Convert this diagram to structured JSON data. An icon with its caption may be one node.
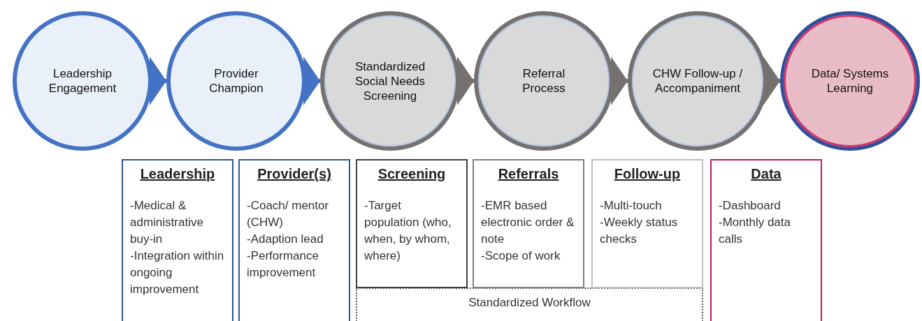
{
  "diagram": {
    "nodes": [
      {
        "text": [
          "Leadership Engagement"
        ]
      },
      {
        "text": [
          "Provider Champion"
        ]
      },
      {
        "text": [
          "Standardized Social Needs Screening"
        ]
      },
      {
        "text": [
          "Referral Process"
        ]
      },
      {
        "text": [
          "CHW Follow-up / Accompaniment"
        ]
      },
      {
        "text": [
          "Data/ Systems Learning"
        ]
      },
      {
        "text": [
          "Leadership",
          "-Medical & administrative buy-in",
          "-Integration within ongoing improvement"
        ]
      },
      {
        "text": [
          "Provider(s)",
          "-Coach/ mentor (CHW)",
          "-Adaption lead",
          "-Performance improvement"
        ]
      },
      {
        "text": [
          "Screening",
          "-Target population (who, when, by whom, where)"
        ]
      },
      {
        "text": [
          "Referrals",
          "-EMR based electronic order & note",
          "-Scope of work"
        ]
      },
      {
        "text": [
          "Follow-up",
          "-Multi-touch",
          "-Weekly status checks"
        ]
      },
      {
        "text": [
          "Data",
          "-Dashboard",
          "-Monthly data calls"
        ]
      },
      {
        "text": [
          "Standardized Workflow"
        ]
      }
    ],
    "edges": [
      {
        "from": 0,
        "to": 1,
        "arrow": "to",
        "color": "#4472c4"
      },
      {
        "from": 1,
        "to": 2,
        "arrow": "to",
        "color": "#4472c4"
      },
      {
        "from": 2,
        "to": 3,
        "arrow": "to"
      },
      {
        "from": 3,
        "to": 4,
        "arrow": "to"
      },
      {
        "from": 4,
        "to": 5,
        "arrow": "to"
      }
    ]
  }
}
